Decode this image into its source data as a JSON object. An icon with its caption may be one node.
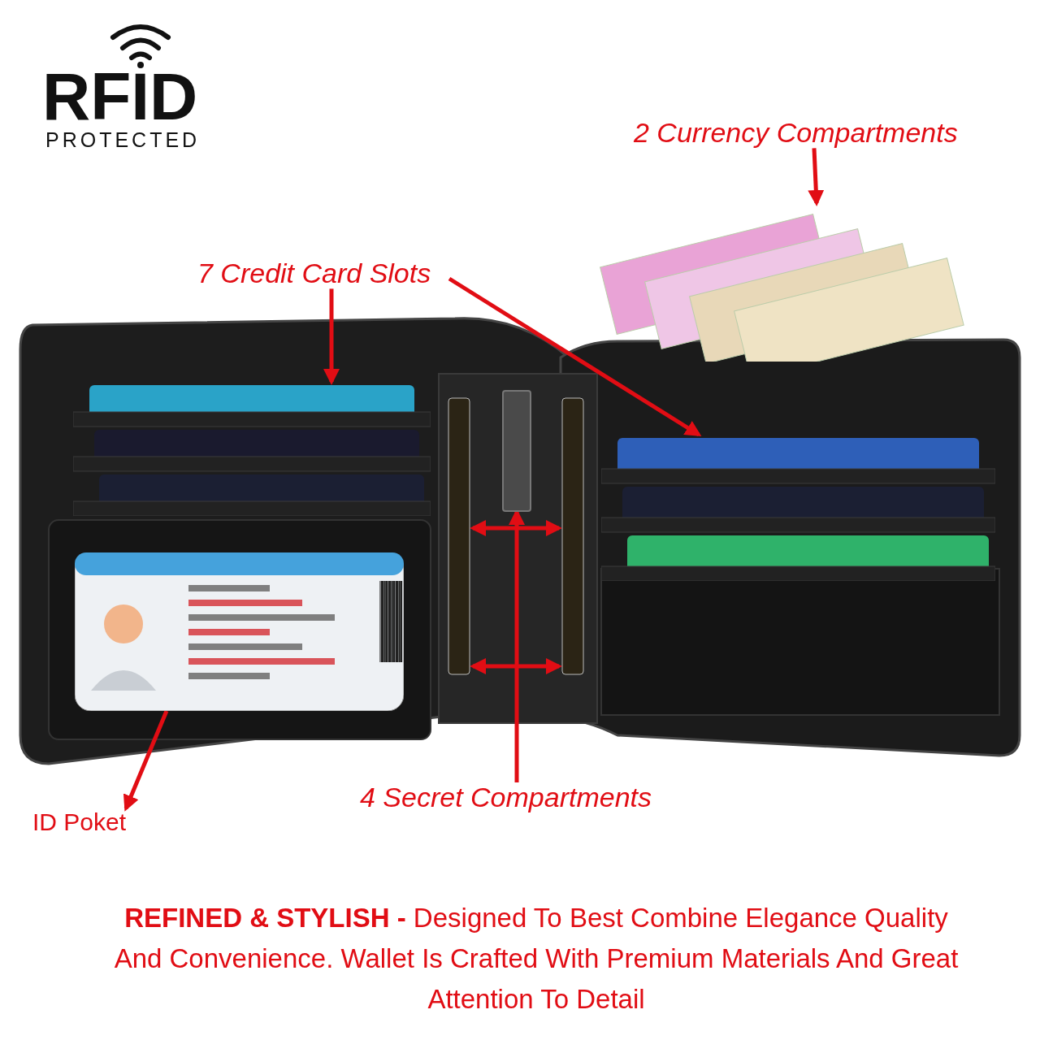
{
  "diagram": {
    "caption": "**REFINED & STYLISH -** Designed To Best Combine Elegance Quality And Convenience. Wallet Is Crafted With Premium Materials And Great Attention To Detail",
    "nodes": [
      {
        "text": [
          "2 Currency Compartments"
        ]
      },
      {
        "text": [],
        "shape": "picture"
      },
      {
        "text": [
          "7 Credit Card Slots"
        ]
      },
      {
        "text": [],
        "shape": "box"
      },
      {
        "text": [],
        "shape": "box"
      },
      {
        "text": [],
        "shape": "box"
      },
      {
        "text": [],
        "shape": "box"
      },
      {
        "text": [],
        "shape": "box"
      },
      {
        "text": [
          "4 Secret Compartments"
        ]
      },
      {
        "text": [],
        "shape": "picture"
      },
      {
        "text": [
          "ID Poket"
        ]
      }
    ],
    "edges": [
      {
        "from": 0,
        "to": 1,
        "arrow": "to"
      },
      {
        "from": 2,
        "to": 3,
        "arrow": "to"
      },
      {
        "from": 2,
        "to": 7,
        "arrow": "to"
      },
      {
        "from": 8,
        "to": 5,
        "arrow": "to"
      },
      {
        "from": 4,
        "to": 6,
        "arrow": "both"
      },
      {
        "from": 4,
        "to": 6,
        "arrow": "both"
      },
      {
        "from": 9,
        "to": 10,
        "arrow": "to"
      }
    ],
    "labels": [
      "RFID",
      "PROTECTED"
    ]
  }
}
